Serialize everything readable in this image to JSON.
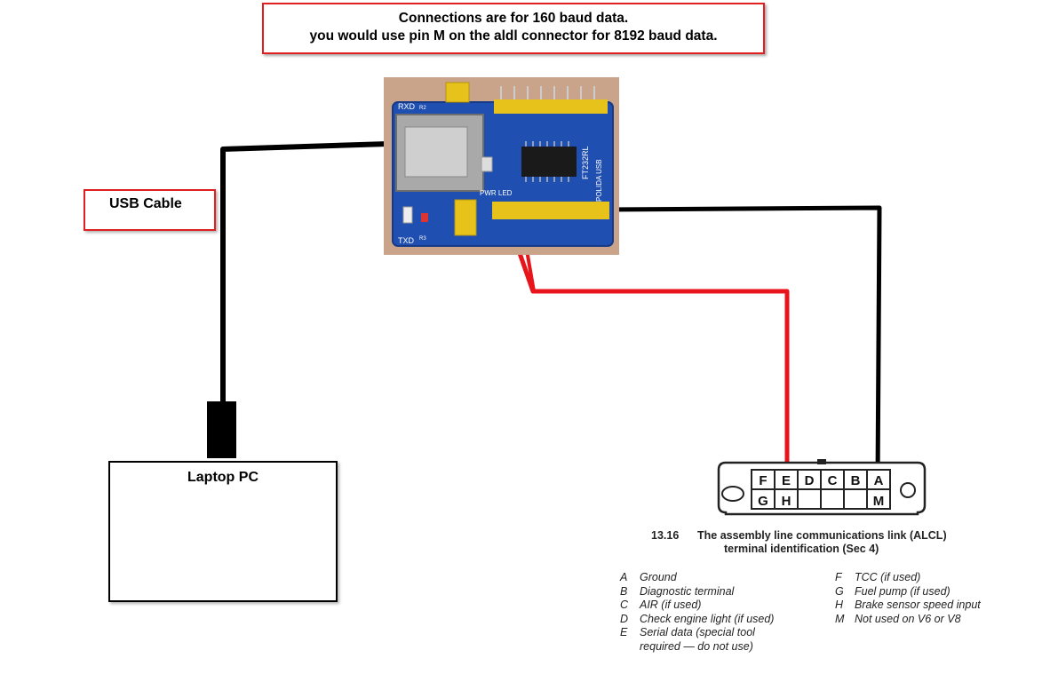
{
  "notice": {
    "line1": "Connections are for 160 baud data.",
    "line2": "you would use pin M on the aldl connector for 8192 baud data."
  },
  "usb_cable_label": "USB Cable",
  "laptop_label": "Laptop PC",
  "board": {
    "labels": {
      "rxd": "RXD",
      "txd": "TXD",
      "pwr_led": "PWR LED",
      "chip": "FT232RL",
      "brand": "POLIDA USB",
      "r2": "R2",
      "r3": "R3"
    }
  },
  "connector": {
    "top_pins": [
      "F",
      "E",
      "D",
      "C",
      "B",
      "A"
    ],
    "bottom_pins": [
      "G",
      "H",
      "",
      "",
      "",
      "M"
    ]
  },
  "caption": {
    "number": "13.16",
    "title": "The assembly line communications link (ALCL)",
    "subtitle": "terminal identification (Sec 4)"
  },
  "legend_left": [
    {
      "key": "A",
      "text": "Ground"
    },
    {
      "key": "B",
      "text": "Diagnostic terminal"
    },
    {
      "key": "C",
      "text": "AIR (if used)"
    },
    {
      "key": "D",
      "text": "Check engine light (if used)"
    },
    {
      "key": "E",
      "text": "Serial data (special tool",
      "continuation": "required — do not use)"
    }
  ],
  "legend_right": [
    {
      "key": "F",
      "text": "TCC (if used)"
    },
    {
      "key": "G",
      "text": "Fuel pump (if used)"
    },
    {
      "key": "H",
      "text": "Brake sensor speed input"
    },
    {
      "key": "M",
      "text": "Not used on V6 or V8"
    }
  ],
  "colors": {
    "box_border": "#e02020",
    "serial_wire": "#e8141b",
    "ground_wire": "#000000",
    "board_blue": "#1f4fb0",
    "header_yellow": "#e6c21a"
  }
}
